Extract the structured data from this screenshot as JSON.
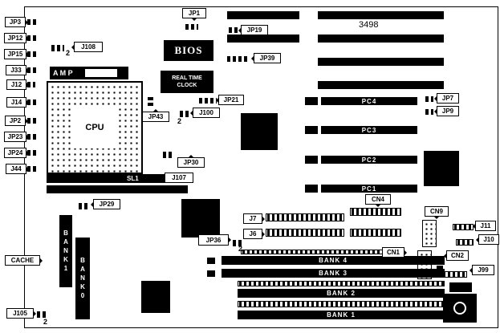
{
  "part_number": "3498",
  "chips": {
    "bios": "BIOS",
    "rtc_line1": "REAL TIME",
    "rtc_line2": "CLOCK",
    "cpu": "CPU",
    "amp": "A M P",
    "sl1": "SL1"
  },
  "callouts": {
    "jp1": "JP1",
    "jp19": "JP19",
    "jp39": "JP39",
    "jp21": "JP21",
    "j100": "J100",
    "jp43": "JP43",
    "jp30": "JP30",
    "j107": "J107",
    "jp29": "JP29",
    "j108": "J108",
    "jp3": "JP3",
    "jp12": "JP12",
    "jp15": "JP15",
    "j33": "J33",
    "j12": "J12",
    "j14": "J14",
    "jp2": "JP2",
    "jp23": "JP23",
    "jp24": "JP24",
    "j44": "J44",
    "jp7": "JP7",
    "jp9": "JP9",
    "cn4": "CN4",
    "cn9": "CN9",
    "cn1": "CN1",
    "cn2": "CN2",
    "j99": "J99",
    "j11": "J11",
    "j10": "J10",
    "j7": "J7",
    "j6": "J6",
    "jp36": "JP36",
    "cache": "CACHE",
    "j105": "J105"
  },
  "slots": {
    "pci": [
      "PC4",
      "PC3",
      "PC2",
      "PC1"
    ]
  },
  "memory": {
    "simm_banks": [
      "BANK 4",
      "BANK 3",
      "BANK 2",
      "BANK 1"
    ],
    "cache_banks": [
      "BANK1",
      "BANK0"
    ]
  },
  "markers": {
    "pin2": "2"
  }
}
